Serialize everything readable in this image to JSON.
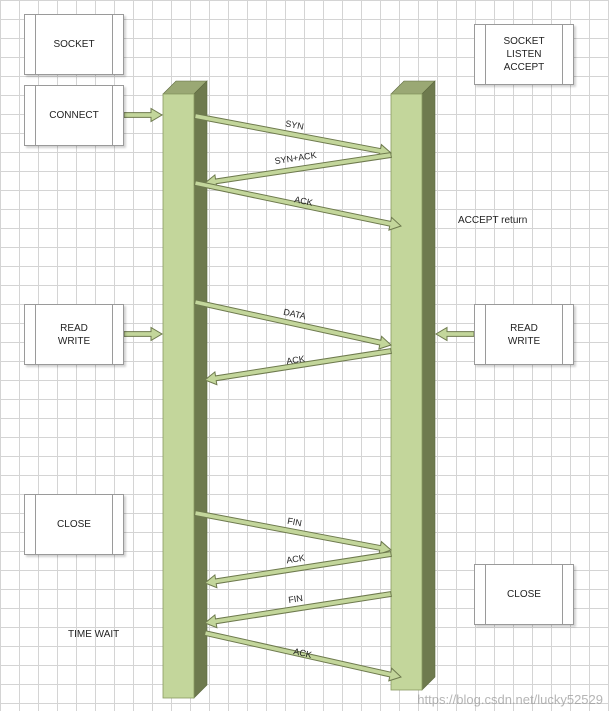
{
  "colors": {
    "bar_front": "#c3d69b",
    "bar_side": "#6e7a4e",
    "bar_top": "#9aa874",
    "arrow_fill": "#c3d69b",
    "arrow_stroke": "#6e7a4e"
  },
  "client": {
    "socket_label": "SOCKET",
    "connect_label": "CONNECT",
    "read_write_label": "READ\nWRITE",
    "close_label": "CLOSE",
    "time_wait_label": "TIME WAIT"
  },
  "server": {
    "socket_listen_accept_label": "SOCKET\nLISTEN\nACCEPT",
    "accept_return_label": "ACCEPT return",
    "read_write_label": "READ\nWRITE",
    "close_label": "CLOSE"
  },
  "messages": [
    {
      "label": "SYN",
      "direction": "client-to-server"
    },
    {
      "label": "SYN+ACK",
      "direction": "server-to-client"
    },
    {
      "label": "ACK",
      "direction": "client-to-server"
    },
    {
      "label": "DATA",
      "direction": "client-to-server"
    },
    {
      "label": "ACK",
      "direction": "server-to-client"
    },
    {
      "label": "FIN",
      "direction": "client-to-server"
    },
    {
      "label": "ACK",
      "direction": "server-to-client"
    },
    {
      "label": "FIN",
      "direction": "server-to-client"
    },
    {
      "label": "ACK",
      "direction": "client-to-server"
    }
  ],
  "watermark": "https://blog.csdn.net/lucky52529"
}
